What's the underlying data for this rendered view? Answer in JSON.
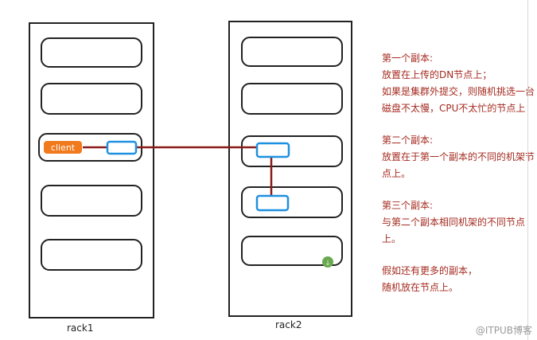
{
  "racks": [
    {
      "label": "rack1"
    },
    {
      "label": "rack2"
    }
  ],
  "client": {
    "label": "client"
  },
  "colors": {
    "rack_border": "#222222",
    "link": "#8b1c1c",
    "node_outline": "#1e90e0",
    "client_fill": "#f07a1c",
    "note_text": "#a52a1f",
    "marker": "#6aa84f"
  },
  "notes": [
    {
      "lines": [
        "第一个副本:",
        "放置在上传的DN节点上；",
        "如果是集群外提交，则随机挑选一台",
        "磁盘不太慢，CPU不太忙的节点上"
      ]
    },
    {
      "lines": [
        "第二个副本:",
        "放置在于第一个副本的不同的机架节",
        "点上。"
      ]
    },
    {
      "lines": [
        "第三个副本:",
        "与第二个副本相同机架的不同节点",
        "上。"
      ]
    },
    {
      "lines": [
        "假如还有更多的副本，",
        "随机放在节点上。"
      ]
    }
  ],
  "watermark": "@ITPUB博客"
}
